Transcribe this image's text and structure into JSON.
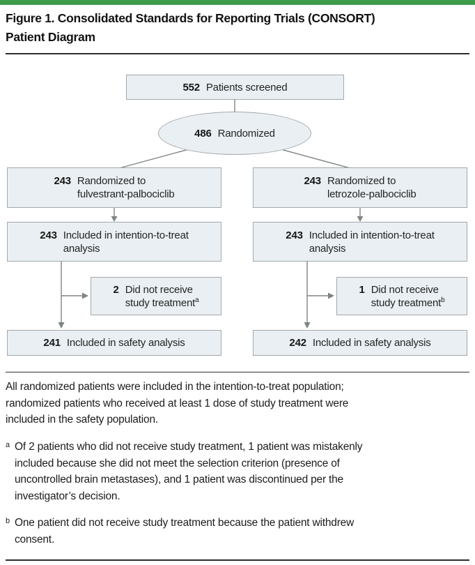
{
  "figure": {
    "title": "Figure 1. Consolidated Standards for Reporting Trials (CONSORT)\nPatient Diagram"
  },
  "colors": {
    "accent_green": "#3d9b4c",
    "node_fill": "#e9eff2",
    "node_border": "#a2a8ab",
    "connector_gray": "#7e8486"
  },
  "diagram": {
    "screened": {
      "n": "552",
      "label": "Patients screened"
    },
    "randomized": {
      "n": "486",
      "label": "Randomized"
    },
    "left": {
      "randomized_to": {
        "n": "243",
        "label": "Randomized to\nfulvestrant-palbociclib"
      },
      "itt": {
        "n": "243",
        "label": "Included in intention-to-treat\nanalysis"
      },
      "not_treated": {
        "n": "2",
        "label": "Did not receive\nstudy treatment",
        "sup": "a"
      },
      "safety": {
        "n": "241",
        "label": "Included in safety analysis"
      }
    },
    "right": {
      "randomized_to": {
        "n": "243",
        "label": "Randomized to\nletrozole-palbociclib"
      },
      "itt": {
        "n": "243",
        "label": "Included in intention-to-treat\nanalysis"
      },
      "not_treated": {
        "n": "1",
        "label": "Did not receive\nstudy treatment",
        "sup": "b"
      },
      "safety": {
        "n": "242",
        "label": "Included in safety analysis"
      }
    }
  },
  "caption": {
    "body": "All randomized patients were included in the intention-to-treat population;\nrandomized patients who received at least 1 dose of study treatment were\nincluded in the safety population.",
    "footnotes": [
      {
        "marker": "a",
        "text": "Of 2 patients who did not receive study treatment, 1 patient was mistakenly\nincluded because she did not meet the selection criterion (presence of\nuncontrolled brain metastases), and 1 patient was discontinued per the\ninvestigator’s decision."
      },
      {
        "marker": "b",
        "text": "One patient did not receive study treatment because the patient withdrew\nconsent."
      }
    ]
  }
}
